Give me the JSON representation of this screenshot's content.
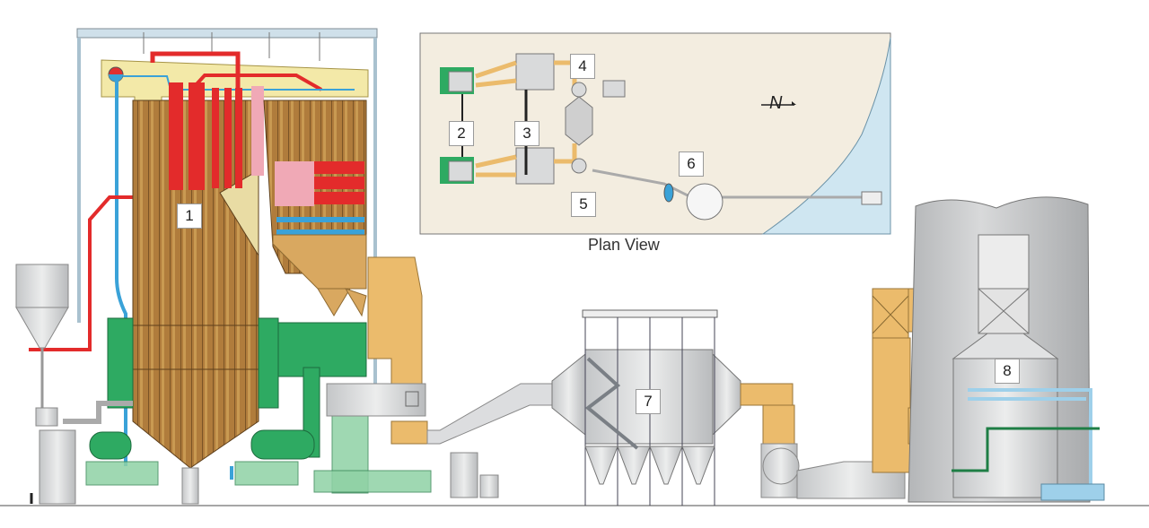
{
  "diagram": {
    "type": "power-plant-process-illustration",
    "callouts": [
      {
        "id": "1",
        "label": "1",
        "component": "boiler"
      },
      {
        "id": "2",
        "label": "2",
        "component": "boiler (plan)"
      },
      {
        "id": "3",
        "label": "3",
        "component": "baghouse (plan)"
      },
      {
        "id": "4",
        "label": "4",
        "component": "scrubber (plan)"
      },
      {
        "id": "5",
        "label": "5",
        "component": "scrubber (plan)"
      },
      {
        "id": "6",
        "label": "6",
        "component": "cooling/intake (plan)"
      },
      {
        "id": "7",
        "label": "7",
        "component": "baghouse"
      },
      {
        "id": "8",
        "label": "8",
        "component": "scrubber / stack"
      }
    ],
    "inset": {
      "caption": "Plan View",
      "north_symbol": "N"
    },
    "colors": {
      "furnace_brown": "#b07c3c",
      "superheater_red": "#e32b2b",
      "reheater_pink": "#f0a9b6",
      "economizer_blue": "#3aa2d8",
      "duct_tan": "#ebbb6c",
      "fan_green": "#2eaa62",
      "equipment_gray": "#d9dadb",
      "drum_yellow": "#f3e9a8",
      "plan_bg": "#f3ede0",
      "water_blue": "#cfe6f1"
    }
  }
}
